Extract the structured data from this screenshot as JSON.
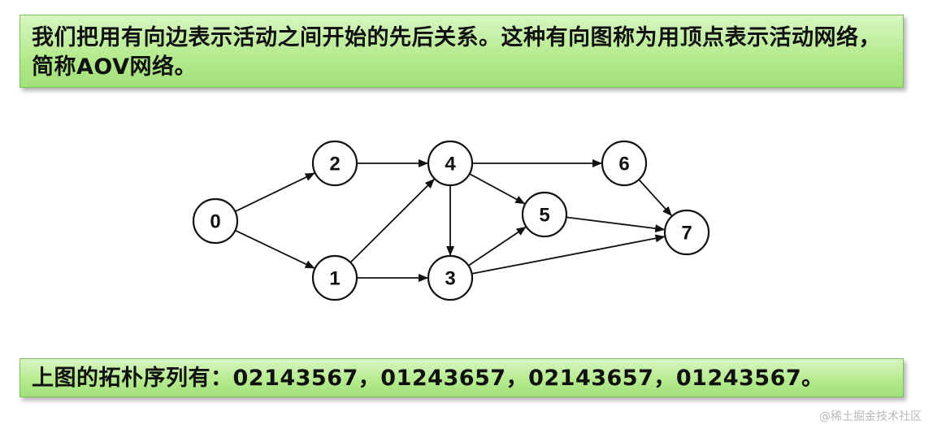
{
  "description_box": {
    "text": "我们把用有向边表示活动之间开始的先后关系。这种有向图称为用顶点表示活动网络，简称AOV网络。"
  },
  "sequence_box": {
    "text": "上图的拓朴序列有：02143567，01243657，02143657，01243567。"
  },
  "graph": {
    "nodes": [
      {
        "id": "0",
        "label": "0"
      },
      {
        "id": "1",
        "label": "1"
      },
      {
        "id": "2",
        "label": "2"
      },
      {
        "id": "3",
        "label": "3"
      },
      {
        "id": "4",
        "label": "4"
      },
      {
        "id": "5",
        "label": "5"
      },
      {
        "id": "6",
        "label": "6"
      },
      {
        "id": "7",
        "label": "7"
      }
    ],
    "edges": [
      {
        "from": "0",
        "to": "2"
      },
      {
        "from": "0",
        "to": "1"
      },
      {
        "from": "2",
        "to": "4"
      },
      {
        "from": "1",
        "to": "4"
      },
      {
        "from": "1",
        "to": "3"
      },
      {
        "from": "4",
        "to": "3"
      },
      {
        "from": "4",
        "to": "5"
      },
      {
        "from": "4",
        "to": "6"
      },
      {
        "from": "3",
        "to": "5"
      },
      {
        "from": "3",
        "to": "7"
      },
      {
        "from": "5",
        "to": "7"
      },
      {
        "from": "6",
        "to": "7"
      }
    ],
    "colors": {
      "node_fill": "#ffffff",
      "stroke": "#111111"
    }
  },
  "watermark": {
    "text": "@稀土掘金技术社区"
  }
}
